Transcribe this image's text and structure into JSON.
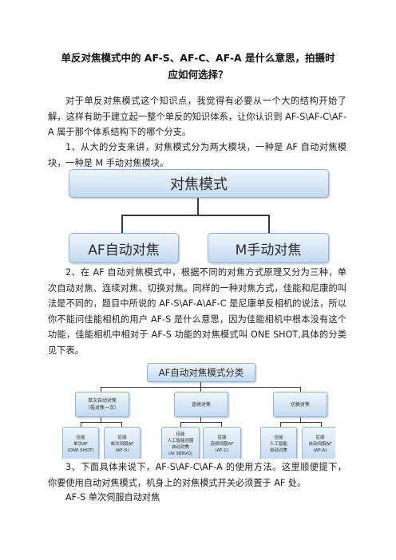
{
  "title": {
    "line1": "单反对焦模式中的 AF-S、AF-C、AF-A 是什么意思，拍摄时",
    "line2": "应如何选择？"
  },
  "paragraphs": {
    "p1": "对于单反对焦模式这个知识点，我觉得有必要从一个大的结构开始了解，这样有助于建立起一整个单反的知识体系，让你认识到 AF-S\\AF-C\\AF-A 属于那个体系结构下的哪个分支。",
    "p2": "1、从大的分支来讲，对焦模式分为两大模块，一种是 AF 自动对焦模块，一种是 M 手动对焦模块。",
    "p3": "2、在 AF 自动对焦模式中，根据不同的对焦方式原理又分为三种，单次自动对焦、连续对焦、切换对焦。同样的一种对焦方式，佳能和尼康的叫法是不同的，题目中所说的 AF-S\\AF-A\\AF-C 是尼康单反相机的说法，所以你不能问佳能相机的用户 AF-S 是什么意思，因为佳能相机中根本没有这个功能，佳能相机中相对于 AF-S 功能的对焦模式叫 ONE SHOT,具体的分类见下表。",
    "p4": "3、下面具体来说下，AF-S\\AF-C\\AF-A 的使用方法。这里顺便提下，你要使用自动对焦模式，机身上的对焦模式开关必须置于 AF 处。",
    "p5": "AF-S 单次伺服自动对焦"
  },
  "diagram1": {
    "root": "对焦模式",
    "left": "AF自动对焦",
    "right": "M手动对焦"
  },
  "diagram2": {
    "root": "AF自动对焦模式分类",
    "mid1_a": "单次自动对焦",
    "mid1_b": "（低对焦一次）",
    "mid2": "连续对焦",
    "mid3": "切换对焦",
    "leaf1_a": "佳能",
    "leaf1_b": "单次AF",
    "leaf1_c": "(ONE SHOT)",
    "leaf2_a": "尼康",
    "leaf2_b": "单次伺服AF",
    "leaf2_c": "(AF-S)",
    "leaf3_a": "佳能",
    "leaf3_b": "人工智能伺服",
    "leaf3_c": "自动对焦",
    "leaf3_d": "(AI SERVO)",
    "leaf4_a": "尼康",
    "leaf4_b": "连续伺服AF",
    "leaf4_c": "(AF-C)",
    "leaf5_a": "佳能",
    "leaf5_b": "人工智能",
    "leaf5_c": "自动对焦",
    "leaf6_a": "尼康",
    "leaf6_b": "自动伺服AF",
    "leaf6_c": "(AF-A)"
  }
}
